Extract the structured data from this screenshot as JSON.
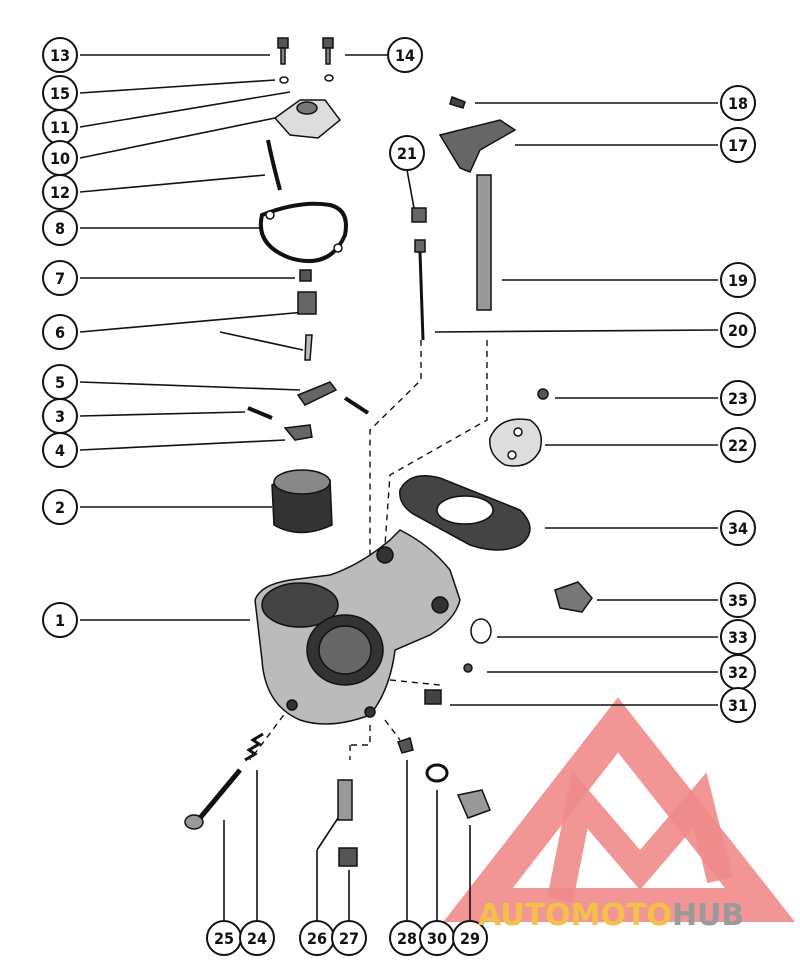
{
  "callouts": [
    {
      "id": "13",
      "label": "13"
    },
    {
      "id": "14",
      "label": "14"
    },
    {
      "id": "15",
      "label": "15"
    },
    {
      "id": "11",
      "label": "11"
    },
    {
      "id": "10",
      "label": "10"
    },
    {
      "id": "12",
      "label": "12"
    },
    {
      "id": "8",
      "label": "8"
    },
    {
      "id": "7",
      "label": "7"
    },
    {
      "id": "6",
      "label": "6"
    },
    {
      "id": "5",
      "label": "5"
    },
    {
      "id": "3",
      "label": "3"
    },
    {
      "id": "4",
      "label": "4"
    },
    {
      "id": "2",
      "label": "2"
    },
    {
      "id": "1",
      "label": "1"
    },
    {
      "id": "18",
      "label": "18"
    },
    {
      "id": "17",
      "label": "17"
    },
    {
      "id": "21",
      "label": "21"
    },
    {
      "id": "19",
      "label": "19"
    },
    {
      "id": "20",
      "label": "20"
    },
    {
      "id": "23",
      "label": "23"
    },
    {
      "id": "22",
      "label": "22"
    },
    {
      "id": "34",
      "label": "34"
    },
    {
      "id": "35",
      "label": "35"
    },
    {
      "id": "33",
      "label": "33"
    },
    {
      "id": "32",
      "label": "32"
    },
    {
      "id": "31",
      "label": "31"
    },
    {
      "id": "25",
      "label": "25"
    },
    {
      "id": "24",
      "label": "24"
    },
    {
      "id": "26",
      "label": "26"
    },
    {
      "id": "27",
      "label": "27"
    },
    {
      "id": "28",
      "label": "28"
    },
    {
      "id": "30",
      "label": "30"
    },
    {
      "id": "29",
      "label": "29"
    }
  ],
  "watermark": {
    "part1": "AUTO",
    "part2": "MOTO",
    "part3": "HUB",
    "colors": {
      "auto": "#f5c04a",
      "moto": "#f5c04a",
      "hub": "#9a9a9a",
      "logo": "#f08080"
    }
  }
}
